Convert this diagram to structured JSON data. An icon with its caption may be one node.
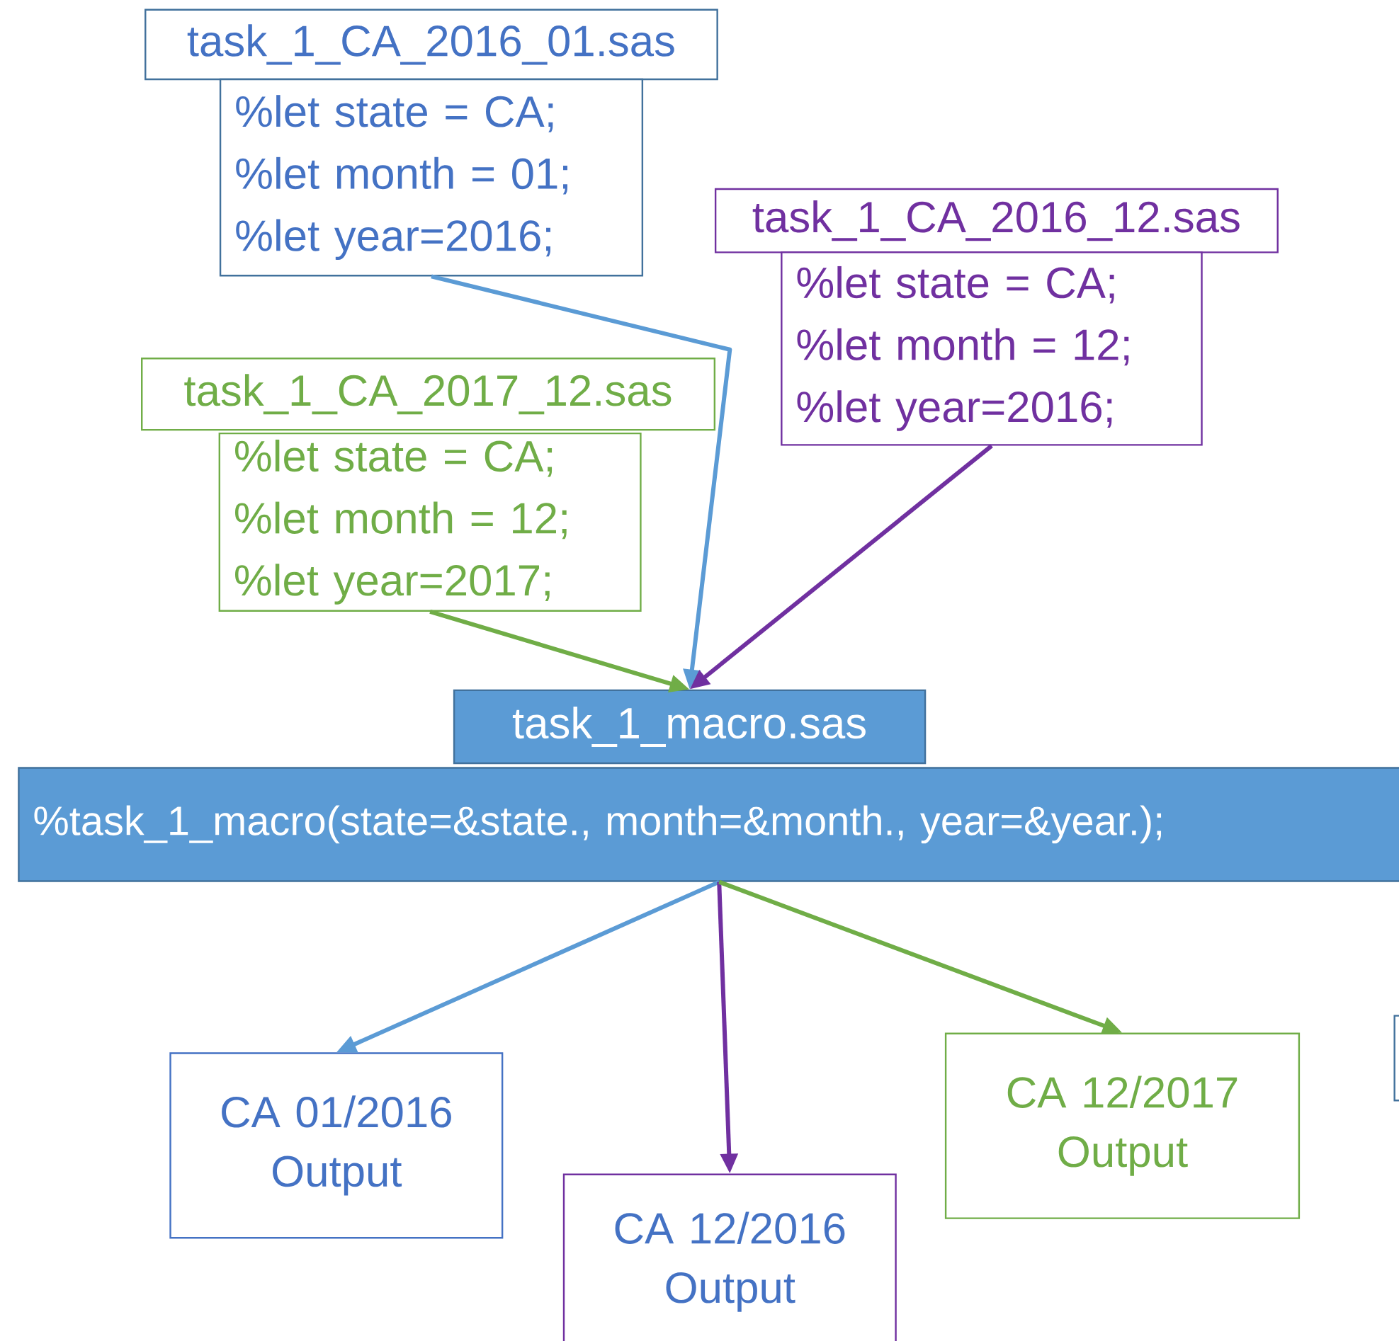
{
  "diagram": {
    "nodes": [
      {
        "text": [
          "task_1_CA_2016_01.sas"
        ]
      },
      {
        "text": [
          "%let state = CA;",
          "%let month = 01;",
          "%let year=2016;"
        ]
      },
      {
        "text": [
          "task_1_CA_2017_12.sas"
        ]
      },
      {
        "text": [
          "%let state = CA;",
          "%let month = 12;",
          "%let year=2017;"
        ]
      },
      {
        "text": [
          "task_1_CA_2016_12.sas"
        ]
      },
      {
        "text": [
          "%let state = CA;",
          "%let month = 12;",
          "%let year=2016;"
        ]
      },
      {
        "text": [
          "task_1_macro.sas"
        ]
      },
      {
        "text": [
          "%task_1_macro(state=&state., month=&month., year=&year.);"
        ]
      },
      {
        "text": [
          "CA 01/2016 Output"
        ]
      },
      {
        "text": [
          "CA 12/2016 Output"
        ]
      },
      {
        "text": [
          "CA 12/2017 Output"
        ]
      },
      {
        "text": [],
        "shape": "box"
      }
    ],
    "edges": [
      {
        "from": 1,
        "to": 6,
        "arrow": "to",
        "color": "#5b9bd5"
      },
      {
        "from": 3,
        "to": 6,
        "arrow": "to",
        "color": "#70ad47"
      },
      {
        "from": 5,
        "to": 6,
        "arrow": "to",
        "color": "#7030a0"
      },
      {
        "from": 7,
        "to": 8,
        "arrow": "to",
        "color": "#5b9bd5"
      },
      {
        "from": 7,
        "to": 9,
        "arrow": "to",
        "color": "#7030a0"
      },
      {
        "from": 7,
        "to": 10,
        "arrow": "to",
        "color": "#70ad47"
      }
    ]
  }
}
